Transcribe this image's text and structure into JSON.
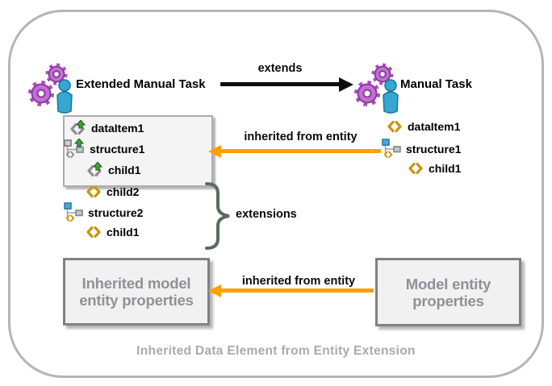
{
  "header": {
    "left_title": "Extended Manual Task",
    "extends_label": "extends",
    "right_title": "Manual Task"
  },
  "left_panel": {
    "box_items": [
      {
        "label": "dataItem1",
        "icon": "inherited-data-item-icon"
      },
      {
        "label": "structure1",
        "icon": "inherited-structure-icon"
      },
      {
        "label": "child1",
        "icon": "inherited-data-item-icon"
      }
    ],
    "extension_items": [
      {
        "label": "child2",
        "icon": "data-item-icon"
      },
      {
        "label": "structure2",
        "icon": "structure-icon"
      },
      {
        "label": "child1",
        "icon": "data-item-icon"
      }
    ],
    "extensions_label": "extensions"
  },
  "right_panel": {
    "items": [
      {
        "label": "dataItem1",
        "icon": "data-item-icon"
      },
      {
        "label": "structure1",
        "icon": "structure-icon"
      },
      {
        "label": "child1",
        "icon": "data-item-icon"
      }
    ]
  },
  "arrows": {
    "top_inherited_label": "inherited from entity",
    "bottom_inherited_label": "inherited from entity"
  },
  "bottom_boxes": {
    "left": {
      "line1": "Inherited model",
      "line2": "entity properties"
    },
    "right": {
      "line1": "Model entity",
      "line2": "properties"
    }
  },
  "caption": "Inherited Data Element from Entity Extension",
  "colors": {
    "accent_orange": "#ff9f00",
    "frame_border": "#b5b5b5",
    "gear_purple": "#c36ed3",
    "person_blue": "#35a7d2",
    "gold_icon": "#c9950e",
    "green_overlay": "#3fa036",
    "blue_square": "#4aa7d8",
    "muted_text": "#8e9198"
  }
}
